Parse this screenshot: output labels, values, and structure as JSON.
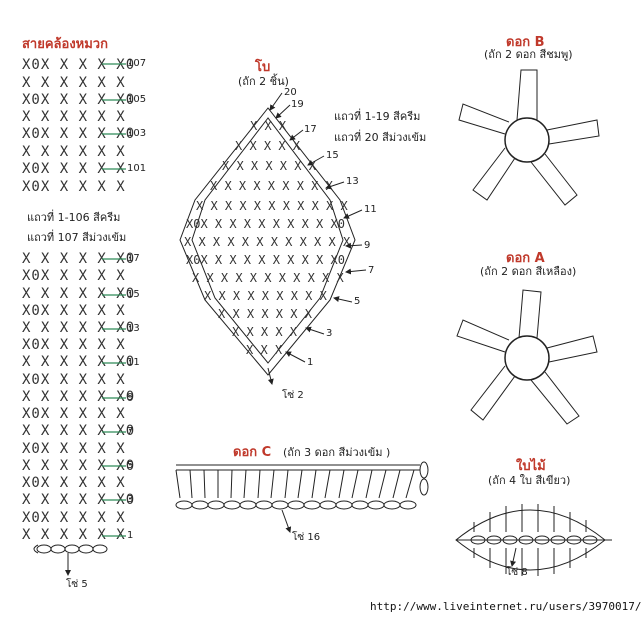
{
  "strap": {
    "title": "สายคล้องหมวก",
    "row_labels_top": [
      "107",
      "105",
      "103",
      "101"
    ],
    "row_labels_bottom": [
      "17",
      "15",
      "13",
      "11",
      "9",
      "7",
      "5",
      "3",
      "1"
    ],
    "note_line1": "แถวที่ 1-106 สีครีม",
    "note_line2": "แถวที่ 107  สีม่วงเข้ม",
    "chain_label": "โซ่ 5"
  },
  "bow": {
    "title": "โบ",
    "subtitle": "(ถัก 2 ชิ้น)",
    "note_line1": "แถวที่ 1-19 สีครีม",
    "note_line2": "แถวที่ 20   สีม่วงเข้ม",
    "row_labels": [
      "20",
      "19",
      "17",
      "15",
      "13",
      "11",
      "9",
      "7",
      "5",
      "3",
      "1"
    ],
    "chain_label": "โซ่ 2"
  },
  "flower_b": {
    "title": "ดอก B",
    "subtitle": "(ถัก 2 ดอก สีชมพู)"
  },
  "flower_a": {
    "title": "ดอก A",
    "subtitle": "(ถัก 2 ดอก สีเหลือง)"
  },
  "flower_c": {
    "title": "ดอก C",
    "subtitle": "(ถัก 3 ดอก สีม่วงเข้ม )",
    "chain_label": "โซ่ 16"
  },
  "leaf": {
    "title": "ใบไม้",
    "subtitle": "(ถัก 4 ใบ สีเขียว)",
    "chain_label": "โซ่ 8"
  },
  "footer": {
    "url": "http://www.liveinternet.ru/users/3970017/"
  },
  "colors": {
    "title_red": "#c0392b",
    "arrow_green": "#2e8b57",
    "stitch_black": "#222222"
  }
}
